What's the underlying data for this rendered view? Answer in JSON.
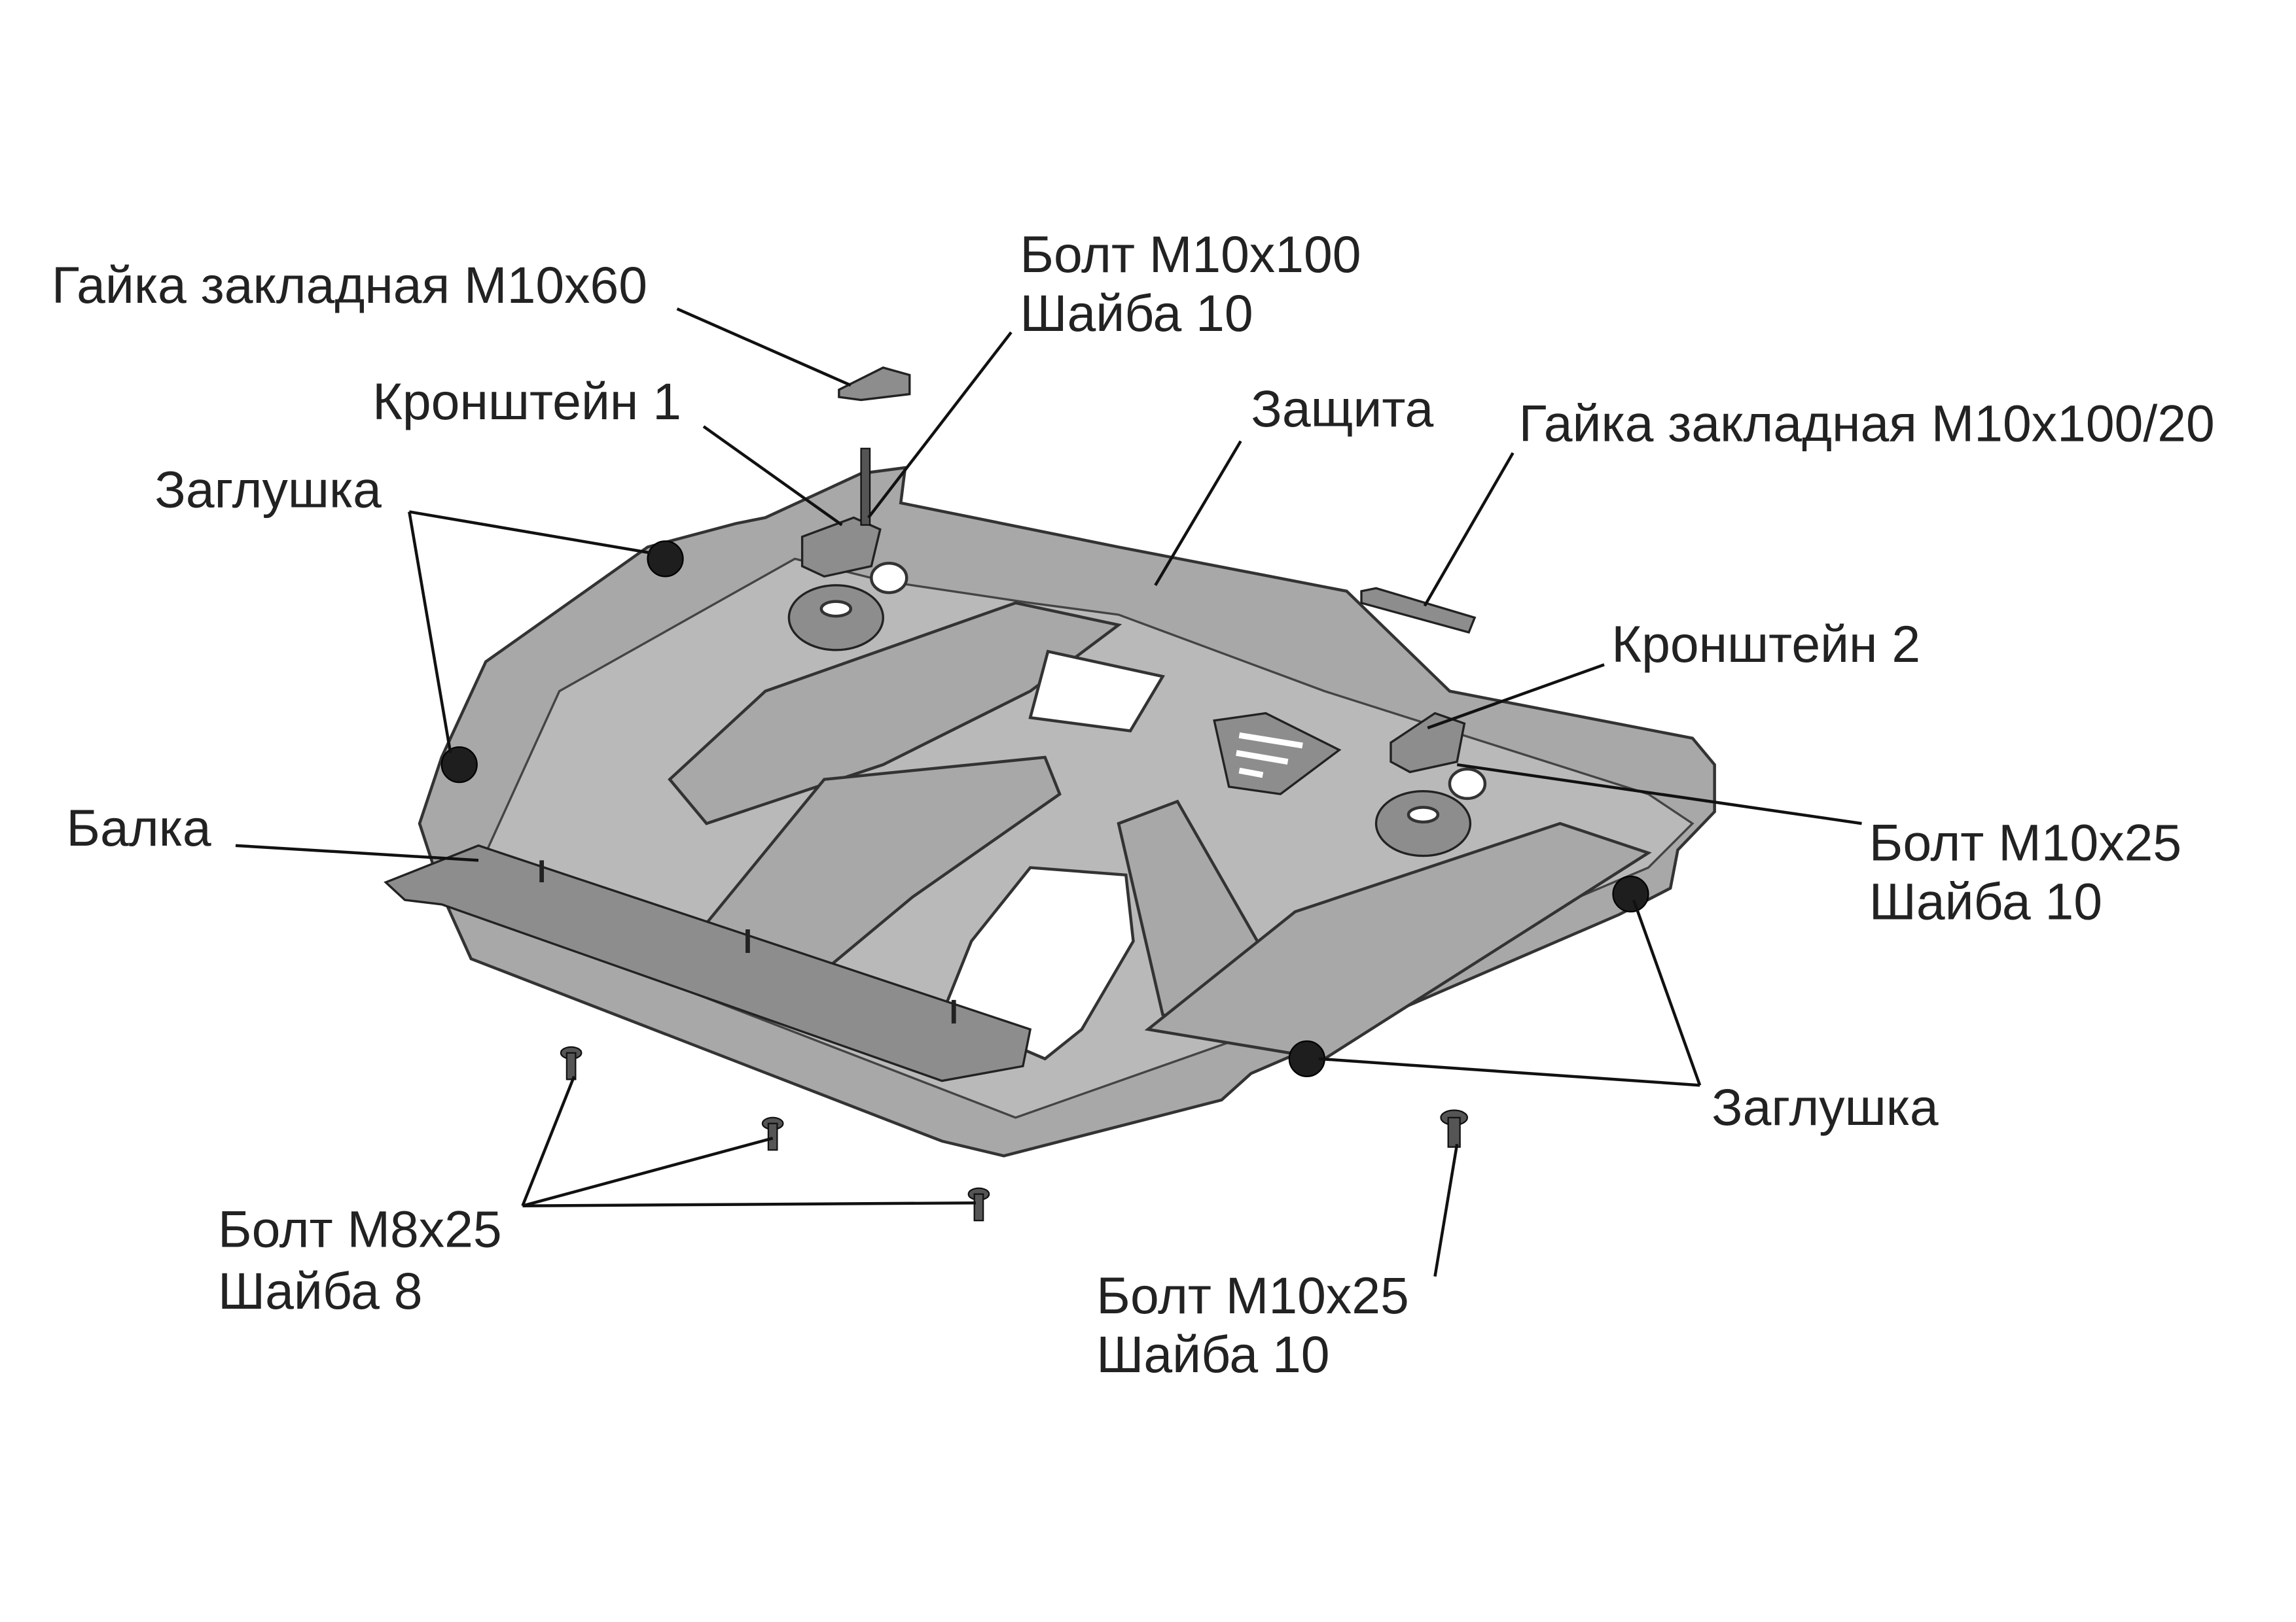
{
  "labels": {
    "embedded_nut_m10x60": "Гайка закладная М10х60",
    "bolt_m10x100": "Болт М10х100",
    "washer_10_top": "Шайба 10",
    "bracket_1": "Кронштейн 1",
    "guard": "Защита",
    "embedded_nut_m10x100_20": "Гайка закладная М10х100/20",
    "plug_left": "Заглушка",
    "bracket_2": "Кронштейн 2",
    "beam": "Балка",
    "bolt_m10x25_right": "Болт М10х25",
    "washer_10_right": "Шайба 10",
    "plug_right": "Заглушка",
    "bolt_m8x25": "Болт М8х25",
    "washer_8": "Шайба 8",
    "bolt_m10x25_bottom": "Болт М10х25",
    "washer_10_bottom": "Шайба 10"
  }
}
